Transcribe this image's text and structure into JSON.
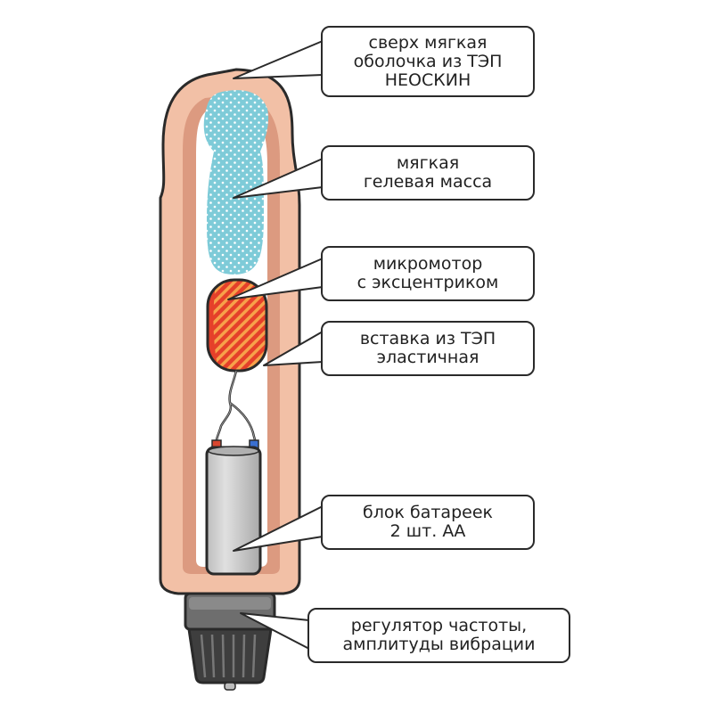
{
  "palette": {
    "outline": "#2a2a2a",
    "shell": "#f2c0a6",
    "shell_shadow": "#dc9a80",
    "inner": "#ffffff",
    "gel": "#7ecbd8",
    "gel_dots": "#ffffff",
    "motor": "#e5402a",
    "motor_stripes": "#f7a14a",
    "battery": "#c9c9c9",
    "battery_cap": "#b0b0b0",
    "knob": "#6e6e6e",
    "knob_dark": "#3e3e3e",
    "wire_red": "#d9462f",
    "wire_blue": "#3a6fd0"
  },
  "labels": {
    "shell": [
      "сверх мягкая",
      "оболочка из ТЭП",
      "НЕОСКИН"
    ],
    "gel": [
      "мягкая",
      "гелевая масса"
    ],
    "motor": [
      "микромотор",
      "с эксцентриком"
    ],
    "insert": [
      "вставка из ТЭП",
      "эластичная"
    ],
    "battery": [
      "блок батареек",
      "2 шт. АА"
    ],
    "knob": [
      "регулятор частоты,",
      "амплитуды вибрации"
    ]
  }
}
